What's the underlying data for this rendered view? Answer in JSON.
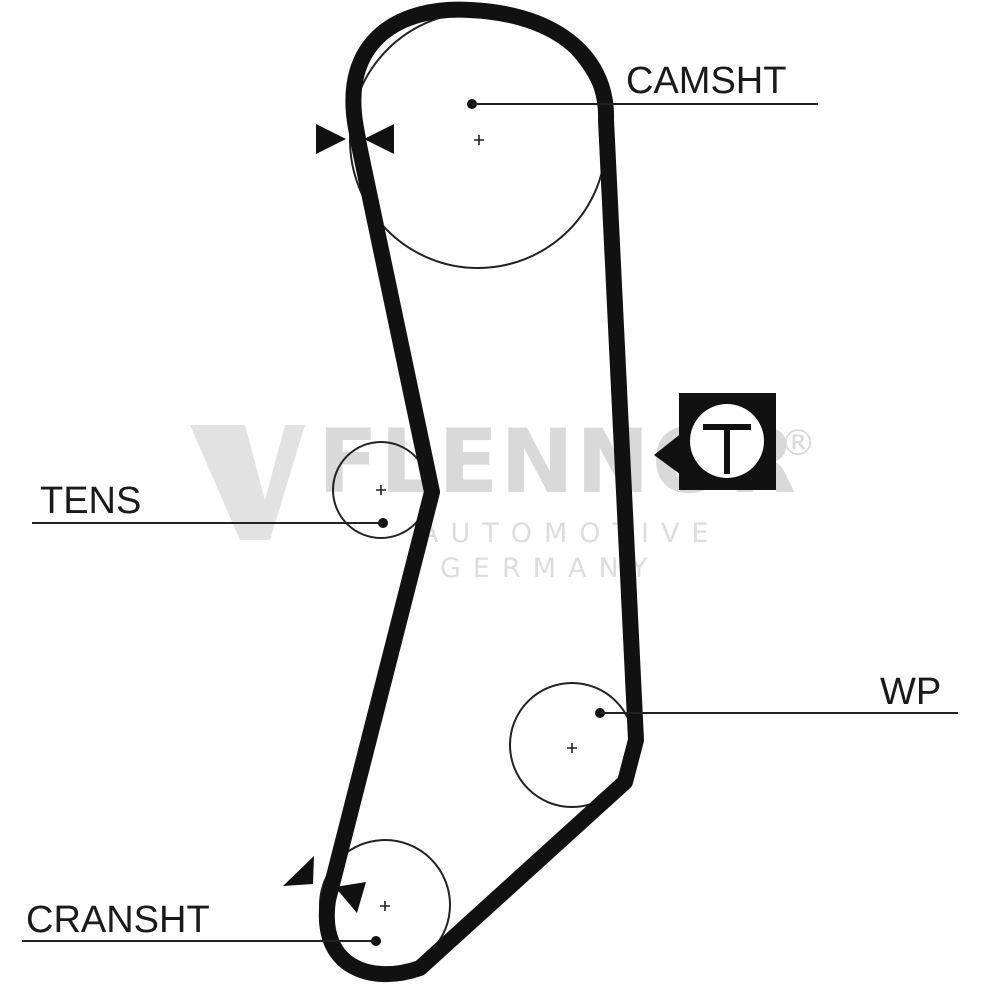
{
  "labels": {
    "camshaft": "CAMSHT",
    "tensioner": "TENS",
    "water_pump": "WP",
    "crankshaft": "CRANSHT"
  },
  "watermark": {
    "brand": "FLENNOR",
    "registered": "®",
    "line1": "AUTOMOTIVE",
    "line2": "GERMANY",
    "color": "#d9d9d9"
  },
  "colors": {
    "belt": "#111111",
    "line": "#222222",
    "background": "#ffffff"
  },
  "icons": {
    "tension_symbol": "T"
  }
}
